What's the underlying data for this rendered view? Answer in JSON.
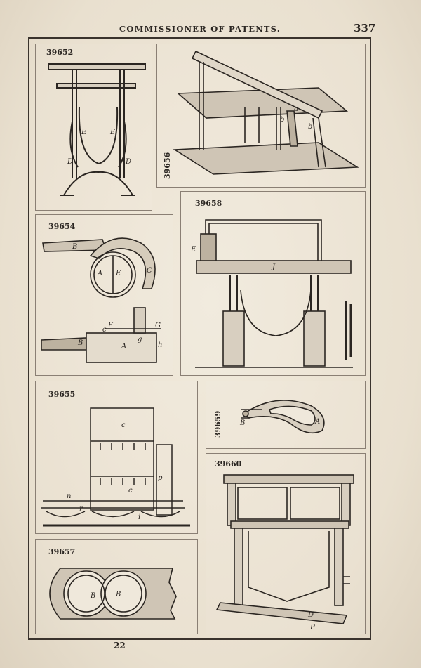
{
  "header": {
    "title": "COMMISSIONER OF PATENTS.",
    "page_number": "337"
  },
  "figures": [
    {
      "number": "39652",
      "labels": [
        "E",
        "E",
        "D",
        "D"
      ]
    },
    {
      "number": "39656",
      "labels": [
        "b",
        "a",
        "b"
      ]
    },
    {
      "number": "39654",
      "labels": [
        "B",
        "A",
        "E",
        "C",
        "F",
        "G",
        "c",
        "g",
        "B",
        "A",
        "h"
      ]
    },
    {
      "number": "39658",
      "labels": [
        "E",
        "J"
      ]
    },
    {
      "number": "39655",
      "labels": [
        "c",
        "c",
        "n",
        "r",
        "i",
        "p"
      ]
    },
    {
      "number": "39659",
      "labels": [
        "B",
        "A"
      ]
    },
    {
      "number": "39657",
      "labels": [
        "B",
        "B"
      ]
    },
    {
      "number": "39660",
      "labels": [
        "D",
        "P"
      ]
    }
  ],
  "footer": {
    "text": "22"
  }
}
